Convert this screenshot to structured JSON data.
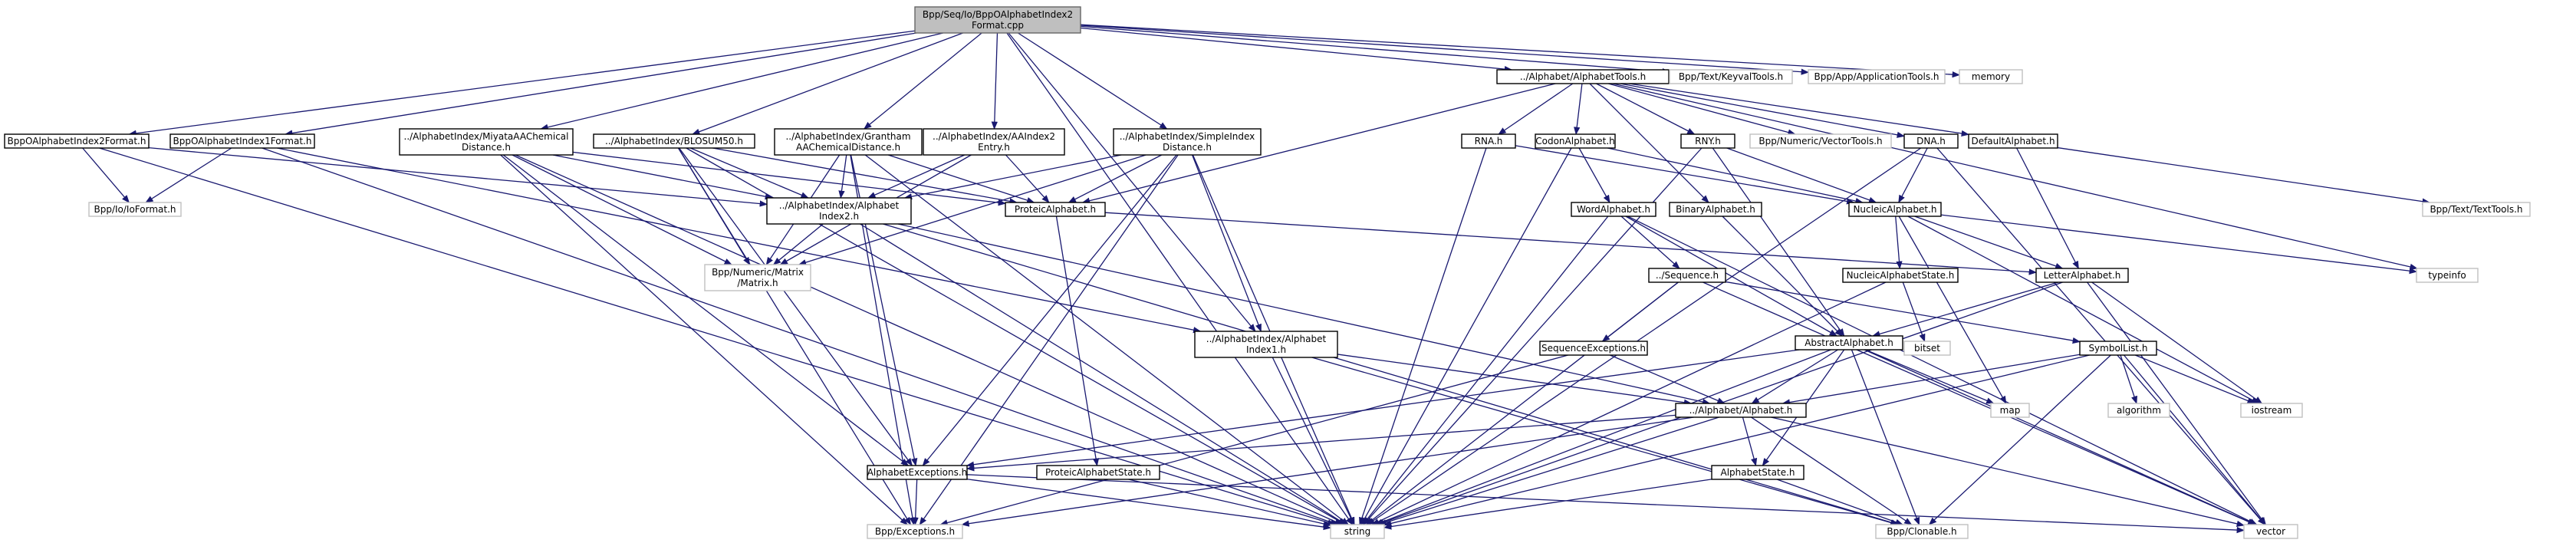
{
  "colors": {
    "edge": "#191970",
    "root_fill": "#bfbfbf",
    "internal_border": "#000000",
    "external_border": "#c0c0c0"
  },
  "nodes": [
    {
      "id": "root",
      "lines": [
        "Bpp/Seq/Io/BppOAlphabetIndex2",
        "Format.cpp"
      ],
      "kind": "root"
    },
    {
      "id": "alphatools",
      "lines": [
        "../Alphabet/AlphabetTools.h"
      ],
      "kind": "int"
    },
    {
      "id": "keyval",
      "lines": [
        "Bpp/Text/KeyvalTools.h"
      ],
      "kind": "ext"
    },
    {
      "id": "apptools",
      "lines": [
        "Bpp/App/ApplicationTools.h"
      ],
      "kind": "ext"
    },
    {
      "id": "memory",
      "lines": [
        "memory"
      ],
      "kind": "ext"
    },
    {
      "id": "bpp2fmt",
      "lines": [
        "BppOAlphabetIndex2Format.h"
      ],
      "kind": "int"
    },
    {
      "id": "bpp1fmt",
      "lines": [
        "BppOAlphabetIndex1Format.h"
      ],
      "kind": "int"
    },
    {
      "id": "miyata",
      "lines": [
        "../AlphabetIndex/MiyataAAChemical",
        "Distance.h"
      ],
      "kind": "int"
    },
    {
      "id": "blosum",
      "lines": [
        "../AlphabetIndex/BLOSUM50.h"
      ],
      "kind": "int"
    },
    {
      "id": "grantham",
      "lines": [
        "../AlphabetIndex/Grantham",
        "AAChemicalDistance.h"
      ],
      "kind": "int"
    },
    {
      "id": "aaindex2",
      "lines": [
        "../AlphabetIndex/AAIndex2",
        "Entry.h"
      ],
      "kind": "int"
    },
    {
      "id": "simpleidx",
      "lines": [
        "../AlphabetIndex/SimpleIndex",
        "Distance.h"
      ],
      "kind": "int"
    },
    {
      "id": "rna",
      "lines": [
        "RNA.h"
      ],
      "kind": "int"
    },
    {
      "id": "codon",
      "lines": [
        "CodonAlphabet.h"
      ],
      "kind": "int"
    },
    {
      "id": "rny",
      "lines": [
        "RNY.h"
      ],
      "kind": "int"
    },
    {
      "id": "vectortools",
      "lines": [
        "Bpp/Numeric/VectorTools.h"
      ],
      "kind": "ext"
    },
    {
      "id": "dna",
      "lines": [
        "DNA.h"
      ],
      "kind": "int"
    },
    {
      "id": "defaultalpha",
      "lines": [
        "DefaultAlphabet.h"
      ],
      "kind": "int"
    },
    {
      "id": "iofmt",
      "lines": [
        "Bpp/Io/IoFormat.h"
      ],
      "kind": "ext"
    },
    {
      "id": "alphaidx2",
      "lines": [
        "../AlphabetIndex/Alphabet",
        "Index2.h"
      ],
      "kind": "int"
    },
    {
      "id": "protalpha",
      "lines": [
        "ProteicAlphabet.h"
      ],
      "kind": "int"
    },
    {
      "id": "wordalpha",
      "lines": [
        "WordAlphabet.h"
      ],
      "kind": "int"
    },
    {
      "id": "binaryalpha",
      "lines": [
        "BinaryAlphabet.h"
      ],
      "kind": "int"
    },
    {
      "id": "nucalpha",
      "lines": [
        "NucleicAlphabet.h"
      ],
      "kind": "int"
    },
    {
      "id": "texttools",
      "lines": [
        "Bpp/Text/TextTools.h"
      ],
      "kind": "ext"
    },
    {
      "id": "matrix",
      "lines": [
        "Bpp/Numeric/Matrix",
        "/Matrix.h"
      ],
      "kind": "ext"
    },
    {
      "id": "sequence",
      "lines": [
        "../Sequence.h"
      ],
      "kind": "int"
    },
    {
      "id": "letteralpha",
      "lines": [
        "LetterAlphabet.h"
      ],
      "kind": "int"
    },
    {
      "id": "typeinfo",
      "lines": [
        "typeinfo"
      ],
      "kind": "ext"
    },
    {
      "id": "nucstate",
      "lines": [
        "NucleicAlphabetState.h"
      ],
      "kind": "int"
    },
    {
      "id": "alphaidx1",
      "lines": [
        "../AlphabetIndex/Alphabet",
        "Index1.h"
      ],
      "kind": "int"
    },
    {
      "id": "seqexc",
      "lines": [
        "SequenceExceptions.h"
      ],
      "kind": "int"
    },
    {
      "id": "abstractalpha",
      "lines": [
        "AbstractAlphabet.h"
      ],
      "kind": "int"
    },
    {
      "id": "bitset",
      "lines": [
        "bitset"
      ],
      "kind": "ext"
    },
    {
      "id": "symbollist",
      "lines": [
        "SymbolList.h"
      ],
      "kind": "int"
    },
    {
      "id": "alphabet",
      "lines": [
        "../Alphabet/Alphabet.h"
      ],
      "kind": "int"
    },
    {
      "id": "map",
      "lines": [
        "map"
      ],
      "kind": "ext"
    },
    {
      "id": "algorithm",
      "lines": [
        "algorithm"
      ],
      "kind": "ext"
    },
    {
      "id": "iostream",
      "lines": [
        "iostream"
      ],
      "kind": "ext"
    },
    {
      "id": "alphaexc",
      "lines": [
        "AlphabetExceptions.h"
      ],
      "kind": "int"
    },
    {
      "id": "protstate",
      "lines": [
        "ProteicAlphabetState.h"
      ],
      "kind": "int"
    },
    {
      "id": "alphastate",
      "lines": [
        "AlphabetState.h"
      ],
      "kind": "int"
    },
    {
      "id": "exceptions",
      "lines": [
        "Bpp/Exceptions.h"
      ],
      "kind": "ext"
    },
    {
      "id": "string",
      "lines": [
        "string"
      ],
      "kind": "ext"
    },
    {
      "id": "clonable",
      "lines": [
        "Bpp/Clonable.h"
      ],
      "kind": "ext"
    },
    {
      "id": "vector",
      "lines": [
        "vector"
      ],
      "kind": "ext"
    }
  ],
  "edges": [
    [
      "root",
      "alphatools"
    ],
    [
      "root",
      "keyval"
    ],
    [
      "root",
      "apptools"
    ],
    [
      "root",
      "memory"
    ],
    [
      "root",
      "bpp2fmt"
    ],
    [
      "root",
      "bpp1fmt"
    ],
    [
      "root",
      "miyata"
    ],
    [
      "root",
      "blosum"
    ],
    [
      "root",
      "grantham"
    ],
    [
      "root",
      "aaindex2"
    ],
    [
      "root",
      "simpleidx"
    ],
    [
      "root",
      "alphaidx1"
    ],
    [
      "root",
      "string"
    ],
    [
      "alphatools",
      "rna"
    ],
    [
      "alphatools",
      "codon"
    ],
    [
      "alphatools",
      "rny"
    ],
    [
      "alphatools",
      "vectortools"
    ],
    [
      "alphatools",
      "dna"
    ],
    [
      "alphatools",
      "defaultalpha"
    ],
    [
      "alphatools",
      "binaryalpha"
    ],
    [
      "alphatools",
      "protalpha"
    ],
    [
      "alphatools",
      "typeinfo"
    ],
    [
      "bpp2fmt",
      "iofmt"
    ],
    [
      "bpp2fmt",
      "alphaidx2"
    ],
    [
      "bpp2fmt",
      "string"
    ],
    [
      "bpp1fmt",
      "iofmt"
    ],
    [
      "bpp1fmt",
      "alphaidx1"
    ],
    [
      "bpp1fmt",
      "string"
    ],
    [
      "miyata",
      "alphaidx2"
    ],
    [
      "miyata",
      "protalpha"
    ],
    [
      "miyata",
      "matrix"
    ],
    [
      "miyata",
      "alphaexc"
    ],
    [
      "miyata",
      "exceptions"
    ],
    [
      "miyata",
      "string"
    ],
    [
      "blosum",
      "alphaidx2"
    ],
    [
      "blosum",
      "protalpha"
    ],
    [
      "blosum",
      "matrix"
    ],
    [
      "blosum",
      "alphaexc"
    ],
    [
      "blosum",
      "exceptions"
    ],
    [
      "blosum",
      "string"
    ],
    [
      "grantham",
      "alphaidx2"
    ],
    [
      "grantham",
      "protalpha"
    ],
    [
      "grantham",
      "matrix"
    ],
    [
      "grantham",
      "alphaexc"
    ],
    [
      "grantham",
      "exceptions"
    ],
    [
      "grantham",
      "string"
    ],
    [
      "aaindex2",
      "alphaidx2"
    ],
    [
      "aaindex2",
      "protalpha"
    ],
    [
      "aaindex2",
      "matrix"
    ],
    [
      "simpleidx",
      "alphaidx2"
    ],
    [
      "simpleidx",
      "protalpha"
    ],
    [
      "simpleidx",
      "matrix"
    ],
    [
      "simpleidx",
      "alphaexc"
    ],
    [
      "simpleidx",
      "exceptions"
    ],
    [
      "simpleidx",
      "string"
    ],
    [
      "simpleidx",
      "alphaidx1"
    ],
    [
      "alphaidx2",
      "matrix"
    ],
    [
      "alphaidx2",
      "alphabet"
    ],
    [
      "alphaidx2",
      "clonable"
    ],
    [
      "alphaidx2",
      "string"
    ],
    [
      "alphaidx1",
      "alphabet"
    ],
    [
      "alphaidx1",
      "clonable"
    ],
    [
      "alphaidx1",
      "string"
    ],
    [
      "protalpha",
      "letteralpha"
    ],
    [
      "protalpha",
      "protstate"
    ],
    [
      "rna",
      "nucalpha"
    ],
    [
      "rna",
      "string"
    ],
    [
      "codon",
      "wordalpha"
    ],
    [
      "codon",
      "nucalpha"
    ],
    [
      "codon",
      "string"
    ],
    [
      "rny",
      "nucalpha"
    ],
    [
      "rny",
      "abstractalpha"
    ],
    [
      "rny",
      "string"
    ],
    [
      "dna",
      "nucalpha"
    ],
    [
      "dna",
      "string"
    ],
    [
      "dna",
      "vector"
    ],
    [
      "defaultalpha",
      "letteralpha"
    ],
    [
      "defaultalpha",
      "texttools"
    ],
    [
      "binaryalpha",
      "abstractalpha"
    ],
    [
      "wordalpha",
      "sequence"
    ],
    [
      "wordalpha",
      "abstractalpha"
    ],
    [
      "wordalpha",
      "string"
    ],
    [
      "wordalpha",
      "vector"
    ],
    [
      "nucalpha",
      "letteralpha"
    ],
    [
      "nucalpha",
      "nucstate"
    ],
    [
      "nucalpha",
      "map"
    ],
    [
      "nucalpha",
      "iostream"
    ],
    [
      "nucalpha",
      "typeinfo"
    ],
    [
      "sequence",
      "seqexc"
    ],
    [
      "sequence",
      "symbollist"
    ],
    [
      "sequence",
      "string"
    ],
    [
      "sequence",
      "vector"
    ],
    [
      "letteralpha",
      "abstractalpha"
    ],
    [
      "letteralpha",
      "string"
    ],
    [
      "letteralpha",
      "vector"
    ],
    [
      "letteralpha",
      "iostream"
    ],
    [
      "nucstate",
      "bitset"
    ],
    [
      "nucstate",
      "string"
    ],
    [
      "seqexc",
      "alphabet"
    ],
    [
      "seqexc",
      "exceptions"
    ],
    [
      "abstractalpha",
      "alphabet"
    ],
    [
      "abstractalpha",
      "alphastate"
    ],
    [
      "abstractalpha",
      "alphaexc"
    ],
    [
      "abstractalpha",
      "map"
    ],
    [
      "abstractalpha",
      "string"
    ],
    [
      "abstractalpha",
      "vector"
    ],
    [
      "abstractalpha",
      "clonable"
    ],
    [
      "symbollist",
      "alphabet"
    ],
    [
      "symbollist",
      "algorithm"
    ],
    [
      "symbollist",
      "iostream"
    ],
    [
      "symbollist",
      "vector"
    ],
    [
      "symbollist",
      "string"
    ],
    [
      "symbollist",
      "clonable"
    ],
    [
      "alphabet",
      "alphastate"
    ],
    [
      "alphabet",
      "alphaexc"
    ],
    [
      "alphabet",
      "string"
    ],
    [
      "alphabet",
      "vector"
    ],
    [
      "alphabet",
      "clonable"
    ],
    [
      "alphabet",
      "exceptions"
    ],
    [
      "alphaexc",
      "exceptions"
    ],
    [
      "alphaexc",
      "string"
    ],
    [
      "alphaexc",
      "vector"
    ],
    [
      "protstate",
      "string"
    ],
    [
      "alphastate",
      "string"
    ],
    [
      "alphastate",
      "clonable"
    ]
  ]
}
